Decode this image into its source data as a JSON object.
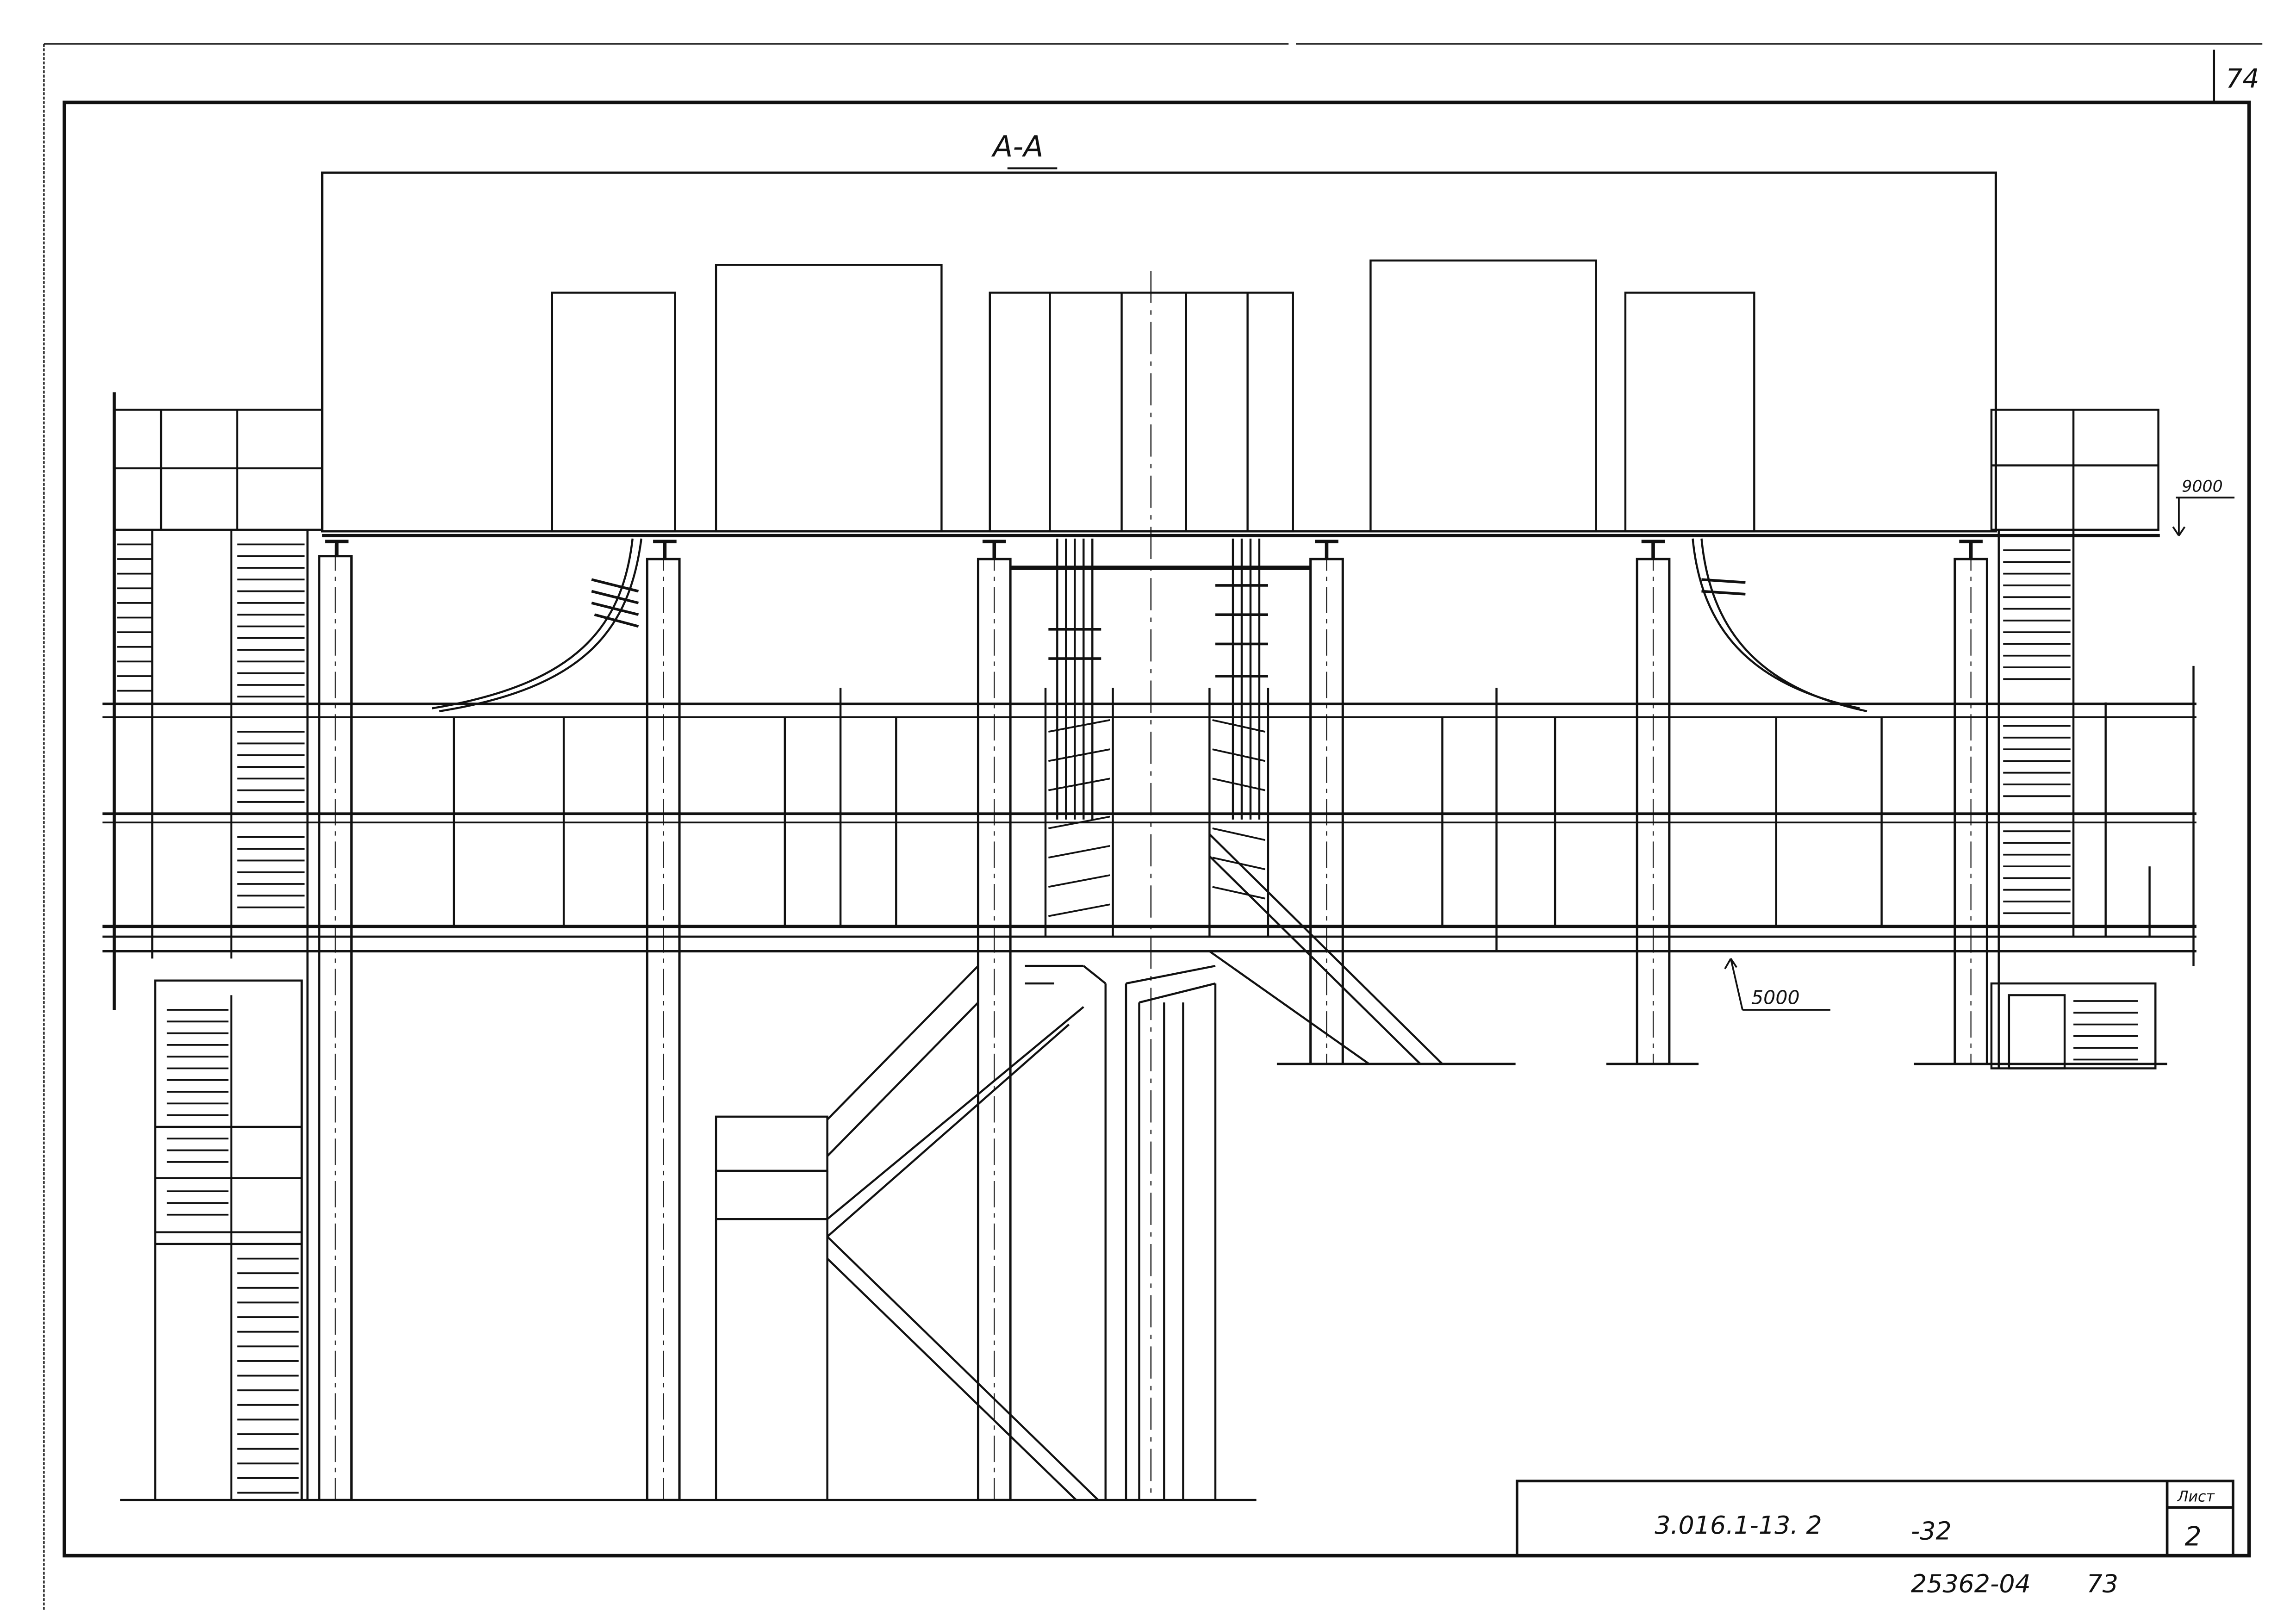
{
  "sheet": {
    "page_corner_number": "74",
    "section_title": "А-А",
    "elevation_top": "9000",
    "elevation_platform": "5000"
  },
  "title_block": {
    "document_code": "3.016.1-13. 2",
    "document_suffix": "-32",
    "sheet_label": "Лист",
    "sheet_number": "2",
    "inventory_number": "25362-04",
    "inventory_suffix": "73"
  },
  "colors": {
    "ink": "#111111",
    "paper": "#ffffff"
  }
}
